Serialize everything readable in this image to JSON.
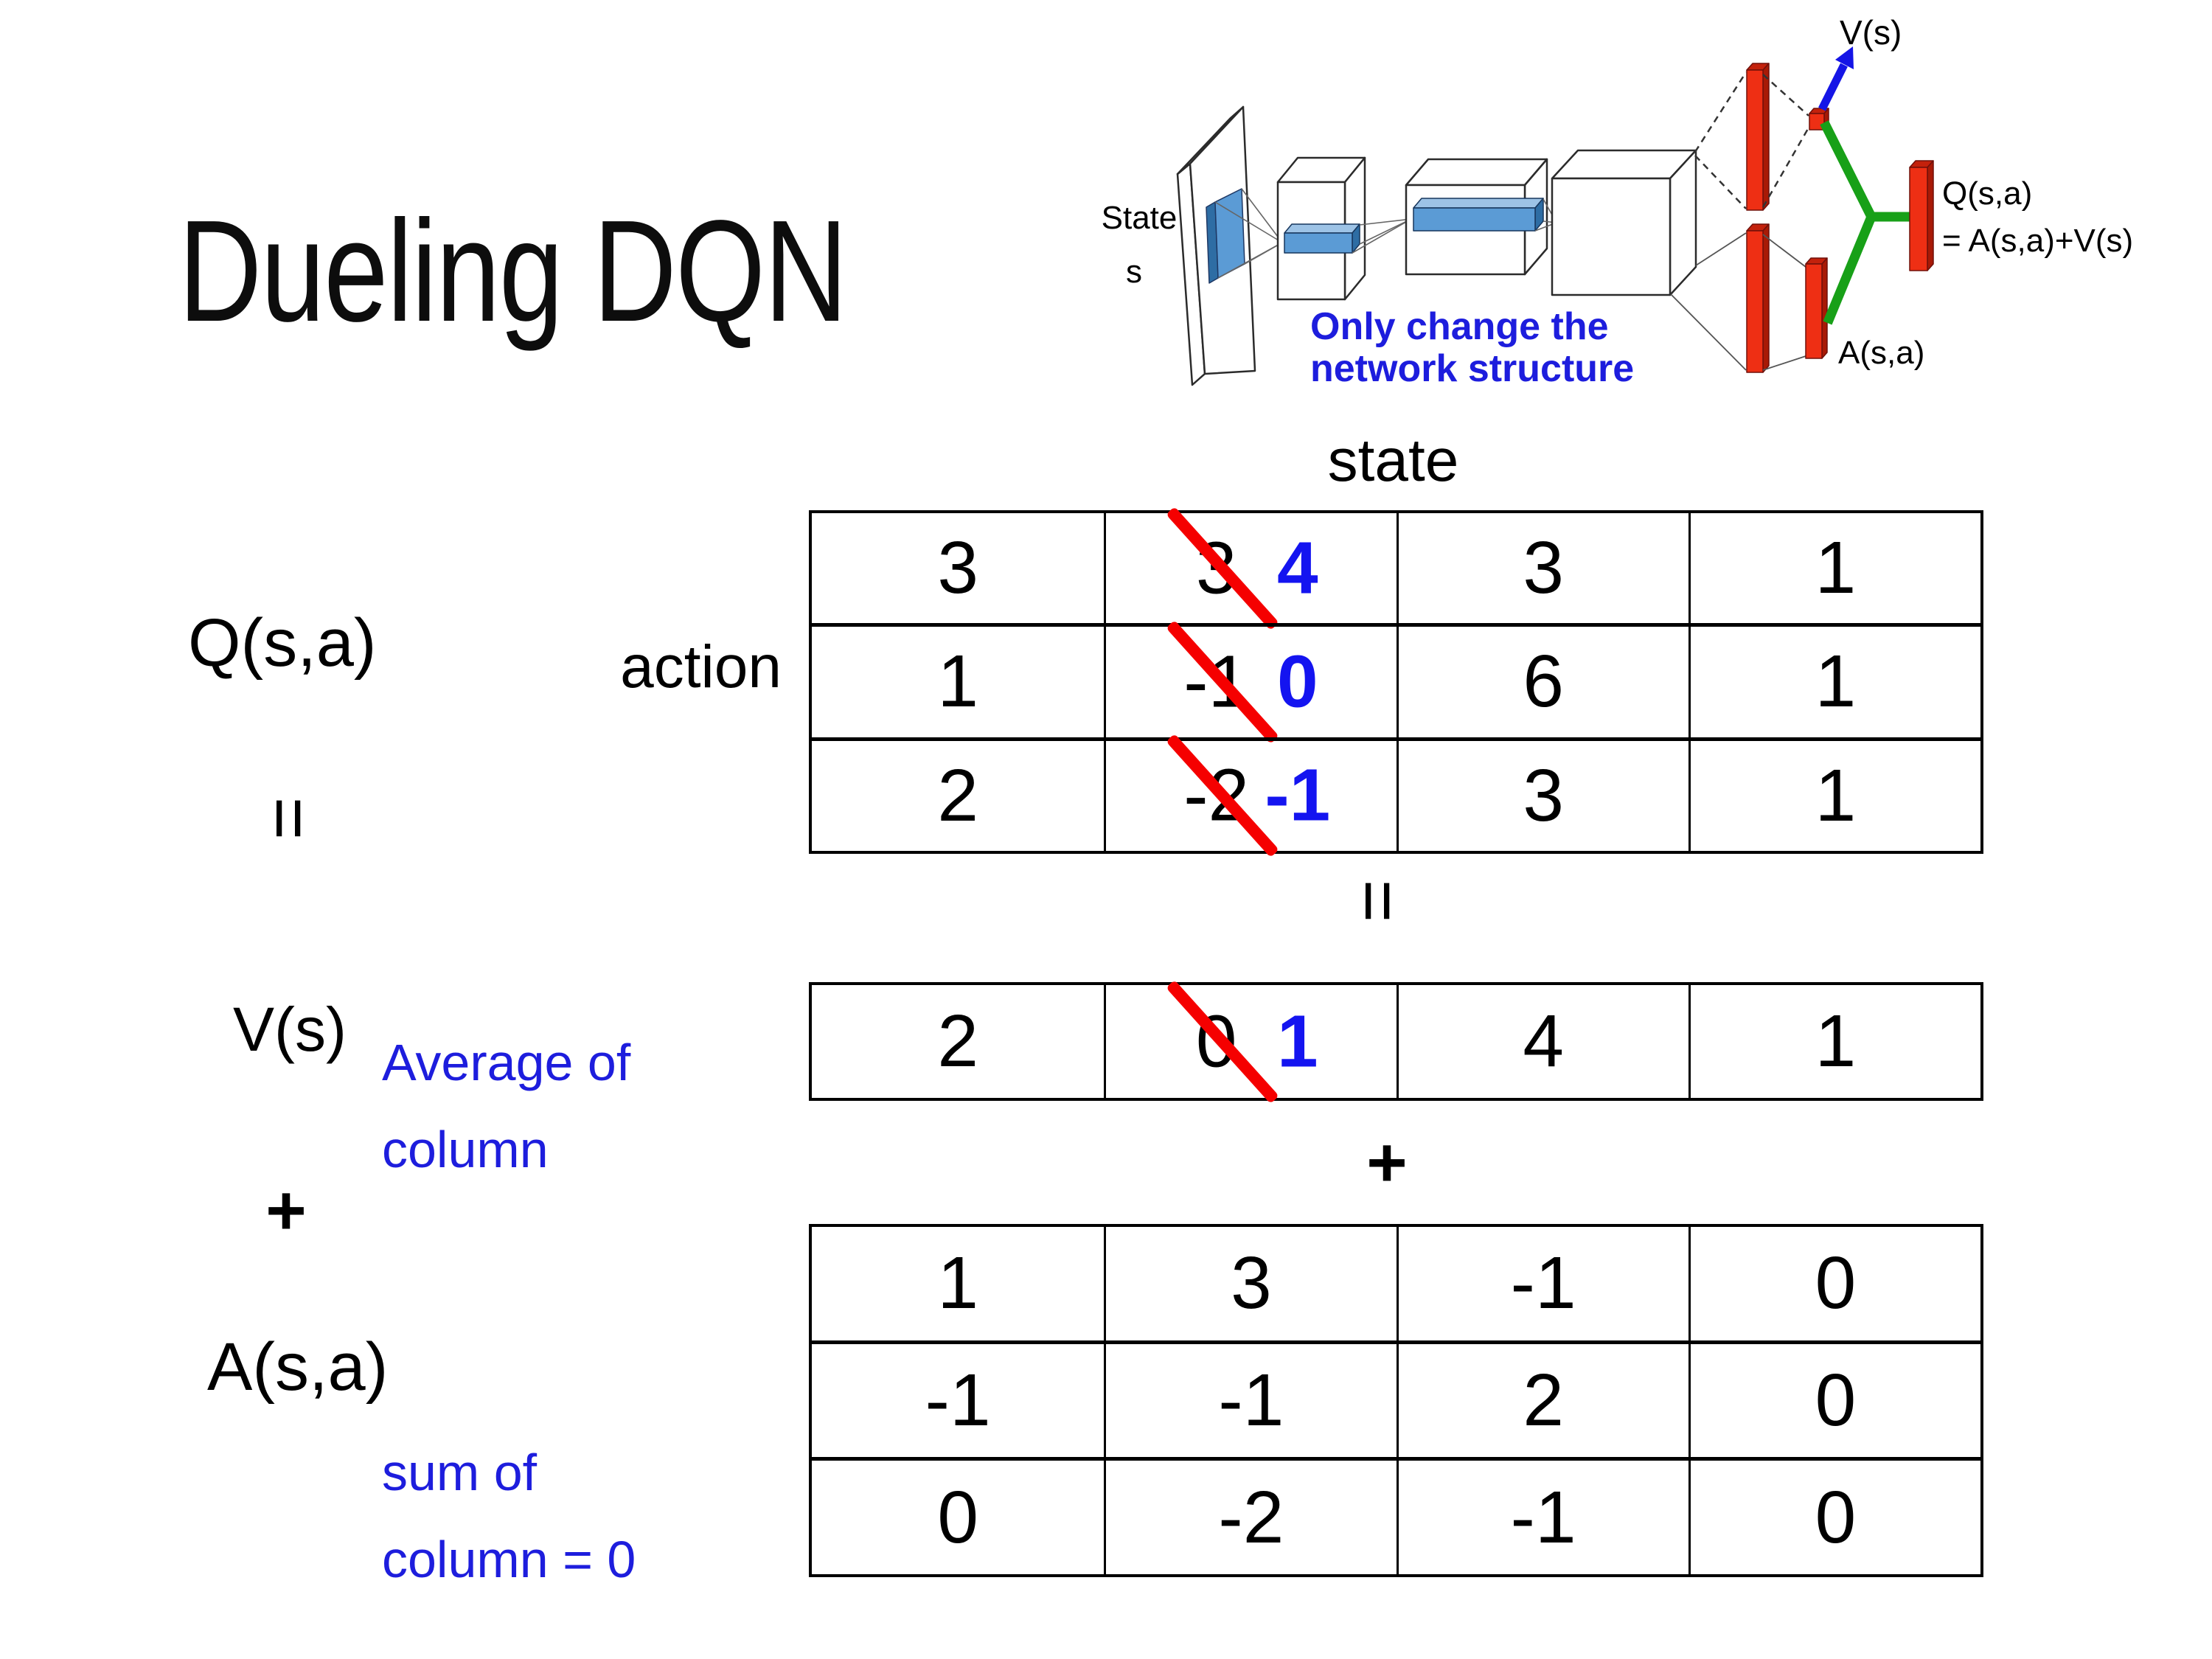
{
  "title": "Dueling DQN",
  "colors": {
    "accent_blue": "#1414f0",
    "strike_red": "#f50000",
    "note_blue": "#1d1ddd",
    "bar_red": "#ee2f14",
    "merge_green": "#18a018",
    "box_blue": "#5b9bd5"
  },
  "diagram": {
    "state_label": {
      "line1": "State",
      "line2": "s"
    },
    "note": {
      "line1": "Only change the",
      "line2": "network structure"
    },
    "v_output_label": "V(s)",
    "q_output_label": {
      "line1": "Q(s,a)",
      "line2": "= A(s,a)+V(s)"
    },
    "a_output_label": "A(s,a)"
  },
  "equation": {
    "q_label": "Q(s,a)",
    "equals": "=",
    "v_label": "V(s)",
    "plus": "+",
    "a_label": "A(s,a)",
    "avg_note": {
      "line1": "Average of",
      "line2": "column"
    },
    "sum_note": {
      "line1": "sum of",
      "line2": "column = 0"
    }
  },
  "q_table": {
    "state_header": "state",
    "action_label": "action",
    "rows": [
      {
        "c0": "3",
        "old": "3",
        "new": "4",
        "c2": "3",
        "c3": "1"
      },
      {
        "c0": "1",
        "old": "-1",
        "new": "0",
        "c2": "6",
        "c3": "1"
      },
      {
        "c0": "2",
        "old": "-2",
        "new": "-1",
        "c2": "3",
        "c3": "1"
      }
    ]
  },
  "v_row": {
    "c0": "2",
    "old": "0",
    "new": "1",
    "c2": "4",
    "c3": "1"
  },
  "a_table": {
    "rows": [
      {
        "c0": "1",
        "c1": "3",
        "c2": "-1",
        "c3": "0"
      },
      {
        "c0": "-1",
        "c1": "-1",
        "c2": "2",
        "c3": "0"
      },
      {
        "c0": "0",
        "c1": "-2",
        "c2": "-1",
        "c3": "0"
      }
    ]
  }
}
